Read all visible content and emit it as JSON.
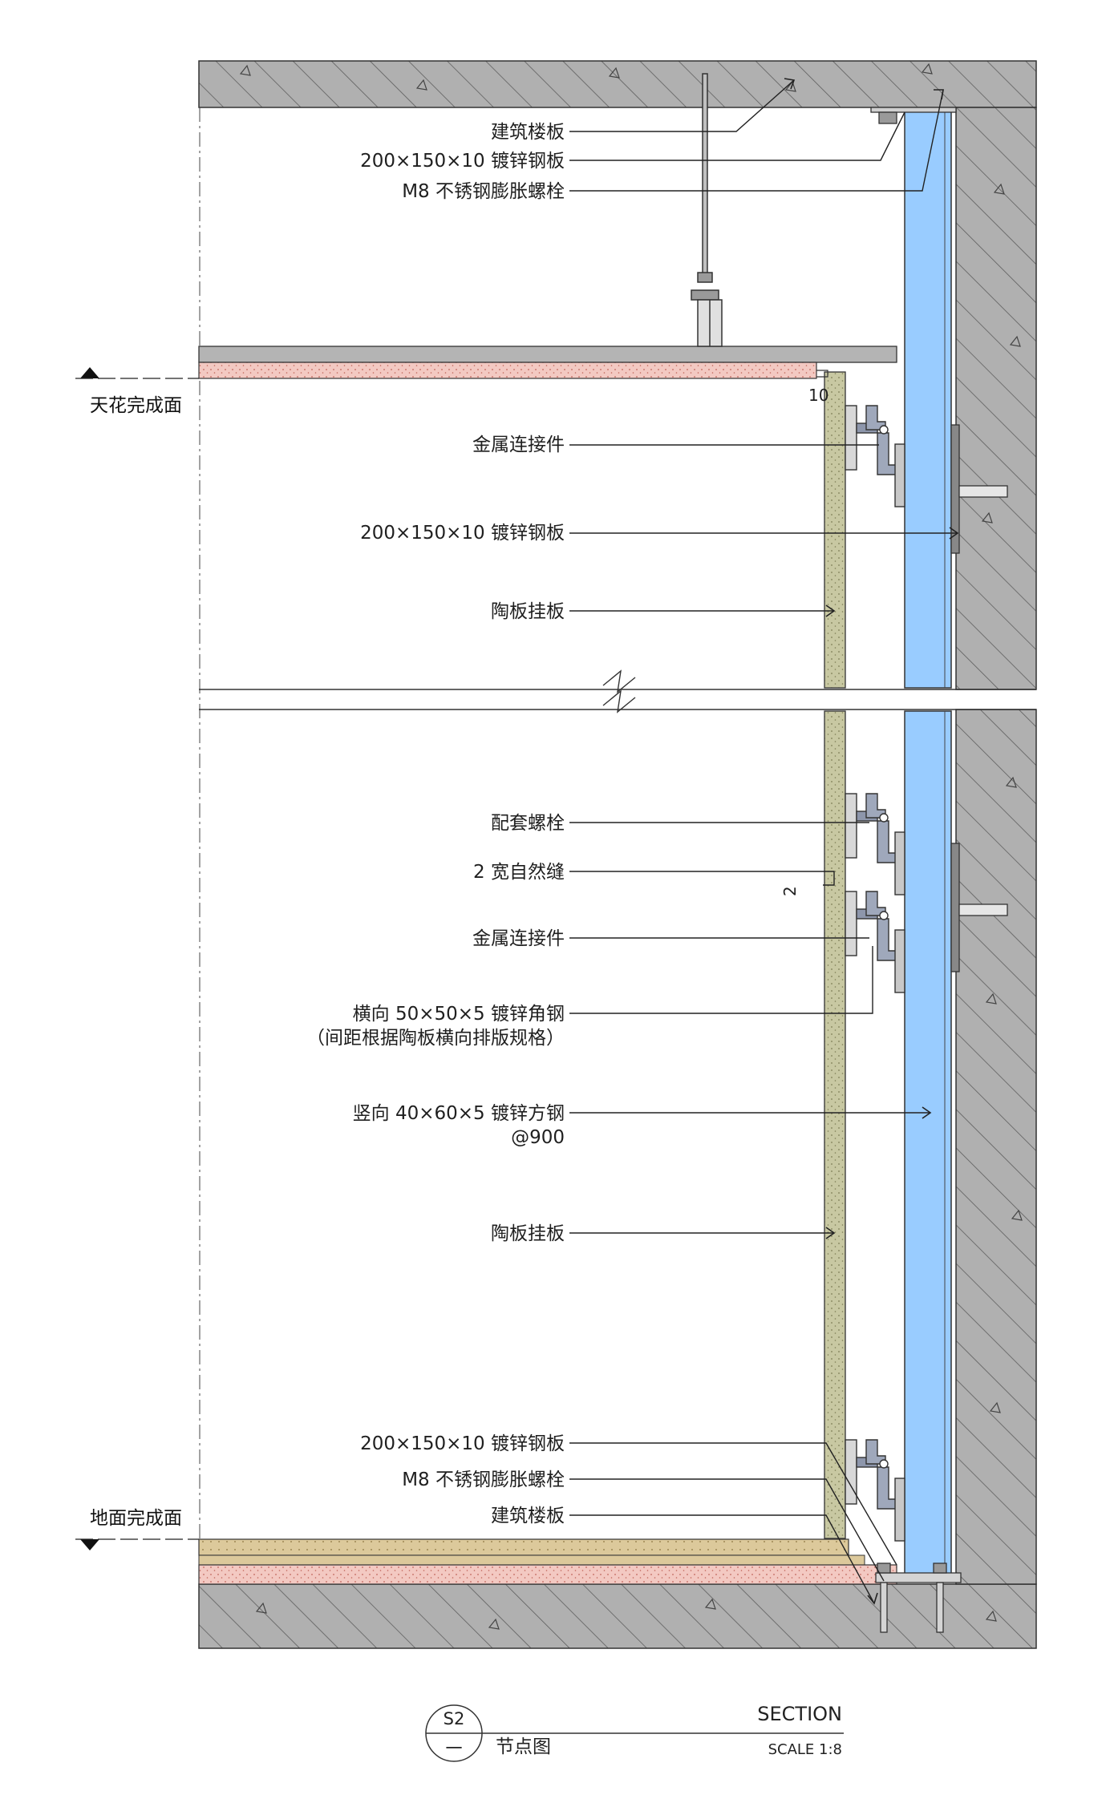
{
  "colors": {
    "concrete": "#b0b0b0",
    "steel_tube": "#99ccff",
    "panel": "#c8c8a2",
    "insulation": "#f3c9c2",
    "screed": "#dcc99b"
  },
  "levels": {
    "ceiling": "天花完成面",
    "floor": "地面完成面"
  },
  "dimensions": {
    "gap_top": "10",
    "gap_joint": "2"
  },
  "callouts_top": [
    "建筑楼板",
    "200×150×10 镀锌钢板",
    "M8 不锈钢膨胀螺栓",
    "金属连接件",
    "200×150×10 镀锌钢板",
    "陶板挂板"
  ],
  "callouts_bottom": [
    "配套螺栓",
    "2 宽自然缝",
    "金属连接件",
    "横向 50×50×5 镀锌角钢",
    "（间距根据陶板横向排版规格）",
    "竖向 40×60×5 镀锌方钢",
    "@900",
    "陶板挂板",
    "200×150×10 镀锌钢板",
    "M8 不锈钢膨胀螺栓",
    "建筑楼板"
  ],
  "title_block": {
    "number": "S2",
    "sheet": "一",
    "name": "节点图",
    "type": "SECTION",
    "scale": "SCALE 1:8"
  }
}
